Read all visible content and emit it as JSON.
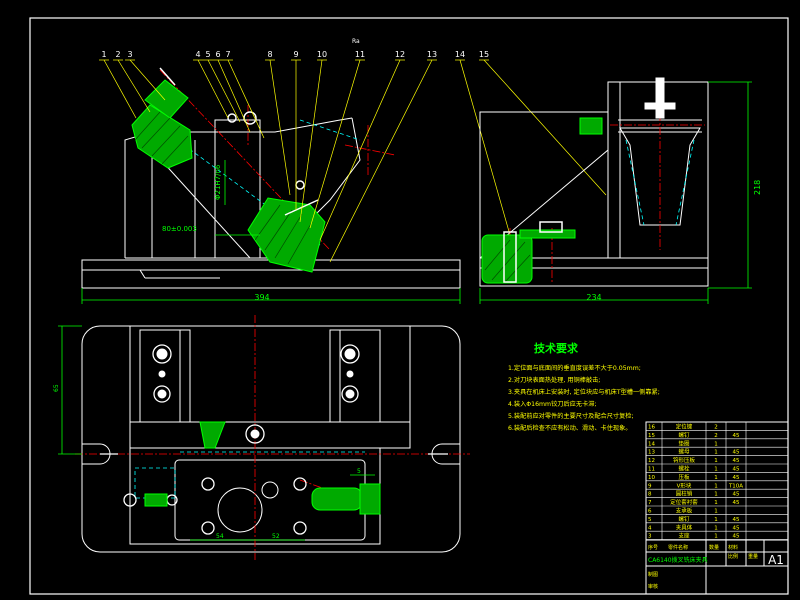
{
  "colors": {
    "background": "#000000",
    "frame": "#ffffff",
    "outline": "#ffffff",
    "dimension": "#00ff00",
    "leader": "#ffff00",
    "hatch": "#00ff00",
    "hidden": "#00ffff",
    "center": "#ff0000",
    "part_fill": "#00ff00",
    "table_text": "#ffff00",
    "title_text": "#00ff00"
  },
  "balloons": [
    "1",
    "2",
    "3",
    "4",
    "5",
    "6",
    "7",
    "8",
    "9",
    "10",
    "11",
    "12",
    "13",
    "14",
    "15"
  ],
  "roughness_mark": "Ra",
  "dimensions": {
    "front_width": "394",
    "side_width": "234",
    "side_height": "218",
    "bore": "Φ21H7/n6",
    "offset": "80±0.003",
    "plan_height": "65",
    "plan_small": "5",
    "plan_a": "54",
    "plan_b": "52"
  },
  "tech_requirements": {
    "title": "技术要求",
    "items": [
      "1.定位面与底面间的垂直度误差不大于0.05mm;",
      "2.对刀块表面热处理, 用铜棒敲击;",
      "3.夹具在机床上安装时, 定位块应与机床T型槽一侧靠紧;",
      "4.装入Φ16mm铰刀后应无卡滞;",
      "5.装配前应对零件的主要尺寸及配合尺寸复检;",
      "6.装配后检查不应有松动、滑动、卡住现象。"
    ]
  },
  "parts_list": {
    "rows": [
      {
        "no": "16",
        "name": "定位键",
        "qty": "2",
        "mat": ""
      },
      {
        "no": "15",
        "name": "螺钉",
        "qty": "2",
        "mat": "45"
      },
      {
        "no": "14",
        "name": "垫圈",
        "qty": "1",
        "mat": ""
      },
      {
        "no": "13",
        "name": "螺母",
        "qty": "1",
        "mat": "45"
      },
      {
        "no": "12",
        "name": "钩形压板",
        "qty": "1",
        "mat": "45"
      },
      {
        "no": "11",
        "name": "螺栓",
        "qty": "1",
        "mat": "45"
      },
      {
        "no": "10",
        "name": "压板",
        "qty": "1",
        "mat": "45"
      },
      {
        "no": "9",
        "name": "V形块",
        "qty": "1",
        "mat": "T10A"
      },
      {
        "no": "8",
        "name": "圆柱销",
        "qty": "1",
        "mat": "45"
      },
      {
        "no": "7",
        "name": "定位套衬套",
        "qty": "1",
        "mat": "45"
      },
      {
        "no": "6",
        "name": "支承板",
        "qty": "1",
        "mat": ""
      },
      {
        "no": "5",
        "name": "螺钉",
        "qty": "1",
        "mat": "45"
      },
      {
        "no": "4",
        "name": "夹具体",
        "qty": "1",
        "mat": "45"
      },
      {
        "no": "3",
        "name": "支座",
        "qty": "1",
        "mat": "45"
      }
    ],
    "header": [
      "序号",
      "零件名称",
      "数量",
      "材料"
    ]
  },
  "title_block": {
    "drawing_name": "CA6140拨叉铣床夹具",
    "sheet_size": "A1",
    "scale_label": "比例",
    "weight_label": "重量",
    "drawn_label": "制图",
    "check_label": "审核"
  }
}
